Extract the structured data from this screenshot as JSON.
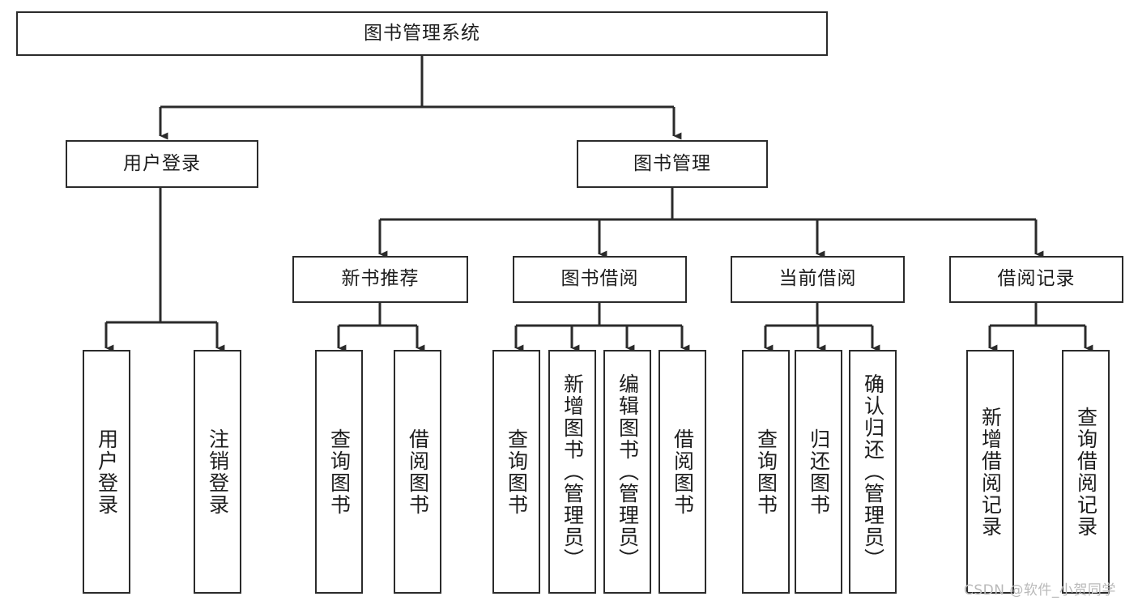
{
  "diagram": {
    "type": "tree-hierarchy",
    "title": "图书管理系统",
    "root": {
      "id": "root",
      "label": "图书管理系统"
    },
    "level2": [
      {
        "id": "user-login",
        "label": "用户登录"
      },
      {
        "id": "book-manage",
        "label": "图书管理"
      }
    ],
    "level3": [
      {
        "id": "new-book-rec",
        "label": "新书推荐",
        "parent": "book-manage"
      },
      {
        "id": "book-borrow",
        "label": "图书借阅",
        "parent": "book-manage"
      },
      {
        "id": "current-borrow",
        "label": "当前借阅",
        "parent": "book-manage"
      },
      {
        "id": "borrow-record",
        "label": "借阅记录",
        "parent": "book-manage"
      }
    ],
    "leaves": [
      {
        "id": "leaf-user-login",
        "label": "用户登录",
        "parent": "user-login"
      },
      {
        "id": "leaf-logout",
        "label": "注销登录",
        "parent": "user-login"
      },
      {
        "id": "leaf-query-book-1",
        "label": "查询图书",
        "parent": "new-book-rec"
      },
      {
        "id": "leaf-borrow-book-1",
        "label": "借阅图书",
        "parent": "new-book-rec"
      },
      {
        "id": "leaf-query-book-2",
        "label": "查询图书",
        "parent": "book-borrow"
      },
      {
        "id": "leaf-add-book",
        "label": "新增图书（管理员）",
        "parent": "book-borrow"
      },
      {
        "id": "leaf-edit-book",
        "label": "编辑图书（管理员）",
        "parent": "book-borrow"
      },
      {
        "id": "leaf-borrow-book-2",
        "label": "借阅图书",
        "parent": "book-borrow"
      },
      {
        "id": "leaf-query-book-3",
        "label": "查询图书",
        "parent": "current-borrow"
      },
      {
        "id": "leaf-return-book",
        "label": "归还图书",
        "parent": "current-borrow"
      },
      {
        "id": "leaf-confirm-return",
        "label": "确认归还（管理员）",
        "parent": "current-borrow"
      },
      {
        "id": "leaf-add-record",
        "label": "新增借阅记录",
        "parent": "borrow-record"
      },
      {
        "id": "leaf-query-record",
        "label": "查询借阅记录",
        "parent": "borrow-record"
      }
    ],
    "watermark": "CSDN @软件_小贺同学",
    "colors": {
      "box_border": "#2b2b2b",
      "box_fill": "#ffffff",
      "text": "#1d1d1d",
      "connector": "#2b2b2b",
      "watermark": "#b9b9b9",
      "background": "#ffffff"
    }
  }
}
